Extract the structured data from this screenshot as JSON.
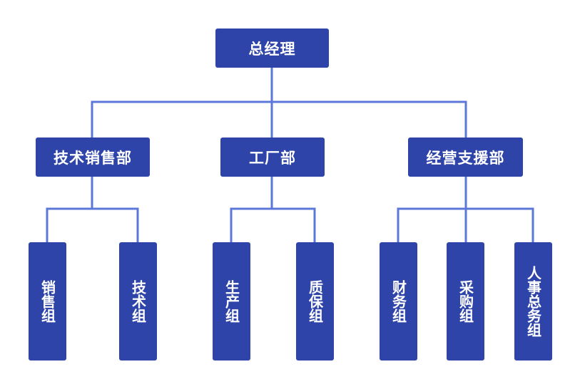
{
  "colors": {
    "node_fill": "#2E44A8",
    "connector": "#5B78D9",
    "node_text": "#FFFFFF",
    "background": "#FFFFFF"
  },
  "chart": {
    "root": {
      "label": "总经理"
    },
    "departments": [
      {
        "label": "技术销售部",
        "groups": [
          {
            "label": "销售组"
          },
          {
            "label": "技术组"
          }
        ]
      },
      {
        "label": "工厂部",
        "groups": [
          {
            "label": "生产组"
          },
          {
            "label": "质保组"
          }
        ]
      },
      {
        "label": "经营支援部",
        "groups": [
          {
            "label": "财务组"
          },
          {
            "label": "采购组"
          },
          {
            "label": "人事总务组"
          }
        ]
      }
    ]
  }
}
